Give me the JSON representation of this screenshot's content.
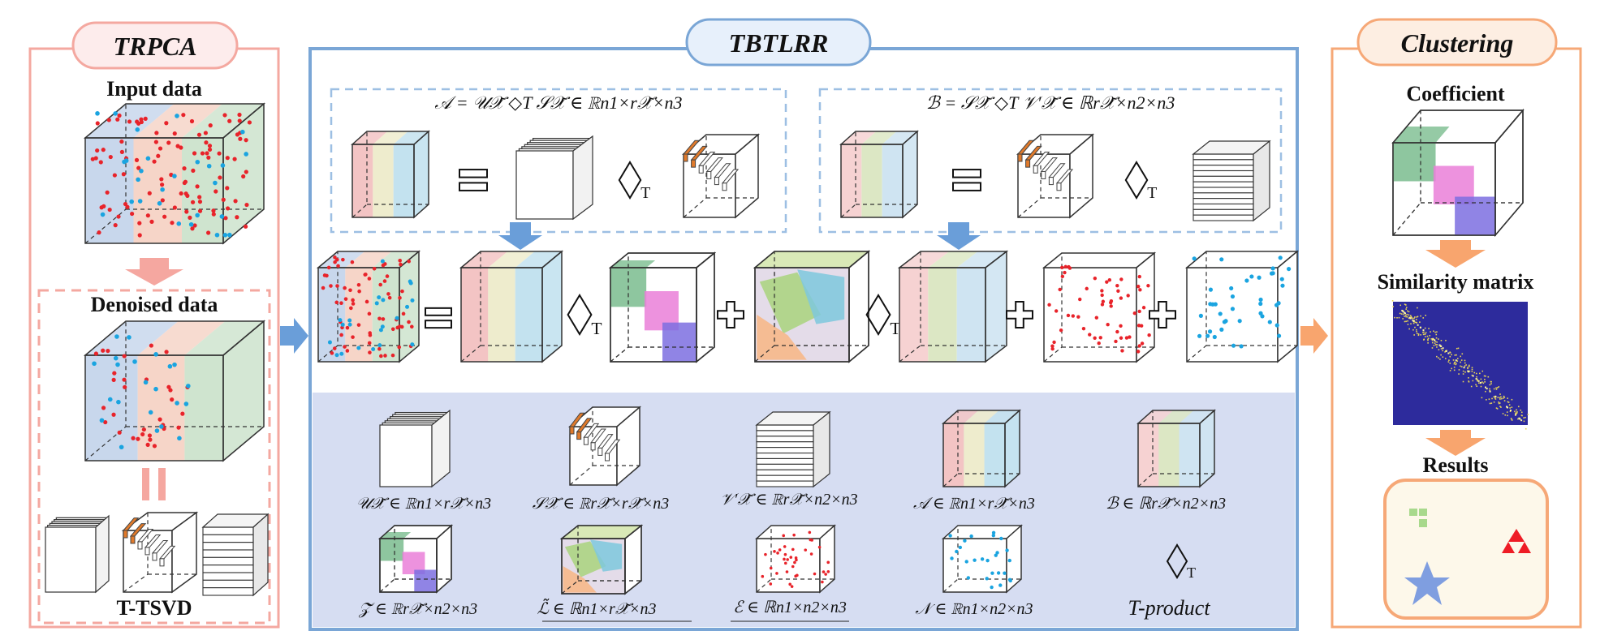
{
  "panels": {
    "trpca": {
      "title": "TRPCA",
      "input_label": "Input data",
      "denoised_label": "Denoised data",
      "tsvd_label": "T-TSVD",
      "colors": {
        "border": "#f4a8a0",
        "header_fill": "#fdecec"
      }
    },
    "tbtlrr": {
      "title": "TBTLRR",
      "formula_a": "𝒜 = 𝒰𝒳̃ ◇T 𝒮𝒳̃ ∈ ℝn1×r𝒳̃×n3",
      "formula_b": "ℬ = 𝒮𝒳̃ ◇T 𝒱′𝒳̃ ∈ ℝr𝒳̃×n2×n3",
      "legend": [
        {
          "symbol": "𝒰𝒳̃ ∈ ℝn1×r𝒳̃×n3"
        },
        {
          "symbol": "𝒮𝒳̃ ∈ ℝr𝒳̃×r𝒳̃×n3"
        },
        {
          "symbol": "𝒱′𝒳̃ ∈ ℝr𝒳̃×n2×n3"
        },
        {
          "symbol": "𝒜 ∈ ℝn1×r𝒳̃×n3"
        },
        {
          "symbol": "ℬ ∈ ℝr𝒳̃×n2×n3"
        },
        {
          "symbol": "𝒵̃ ∈ ℝr𝒳̃×n2×n3"
        },
        {
          "symbol": "ℒ̃ ∈ ℝn1×r𝒳̃×n3"
        },
        {
          "symbol": "ℰ ∈ ℝn1×n2×n3"
        },
        {
          "symbol": "𝒩 ∈ ℝn1×n2×n3"
        },
        {
          "symbol": "T-product"
        }
      ],
      "colors": {
        "border": "#7aa6d6",
        "header_fill": "#e7f0fb",
        "legend_bg": "#d6ddf2"
      }
    },
    "clustering": {
      "title": "Clustering",
      "coefficient_label": "Coefficient",
      "similarity_label": "Similarity matrix",
      "results_label": "Results",
      "colors": {
        "border": "#f6a877",
        "header_fill": "#fdeee2",
        "results_bg": "#fdf8ea"
      }
    }
  },
  "operators": {
    "t_product_symbol": "◇",
    "t_subscript": "T"
  },
  "colors": {
    "red_band": "#f3c4c4",
    "yellow_band": "#eeeccd",
    "blue_band": "#c3e2ef",
    "green_block": "#72b887",
    "pink_block": "#ea7fd8",
    "purple_block": "#7d6ee0",
    "noise_red": "#e8232a",
    "noise_blue": "#1aa4e0",
    "arrow_blue": "#6a9ed9",
    "arrow_salmon": "#f5a7a0",
    "arrow_orange": "#f8a56e",
    "matrix_bg": "#2d2b9c",
    "matrix_points": "#e8d456"
  }
}
